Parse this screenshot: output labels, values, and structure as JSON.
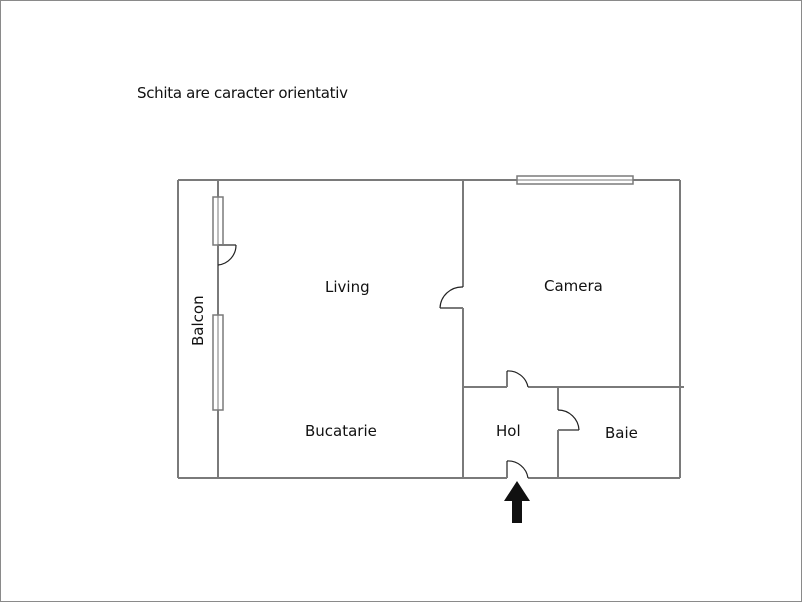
{
  "note": "Schita are caracter orientativ",
  "rooms": {
    "balcon": "Balcon",
    "living": "Living",
    "camera": "Camera",
    "bucatarie": "Bucatarie",
    "hol": "Hol",
    "baie": "Baie"
  },
  "icons": {
    "entrance": "entrance-arrow-icon"
  },
  "colors": {
    "wall": "#7a7a7a",
    "door_arc": "#222222",
    "arrow": "#111111",
    "frame": "#8a8a8a"
  }
}
